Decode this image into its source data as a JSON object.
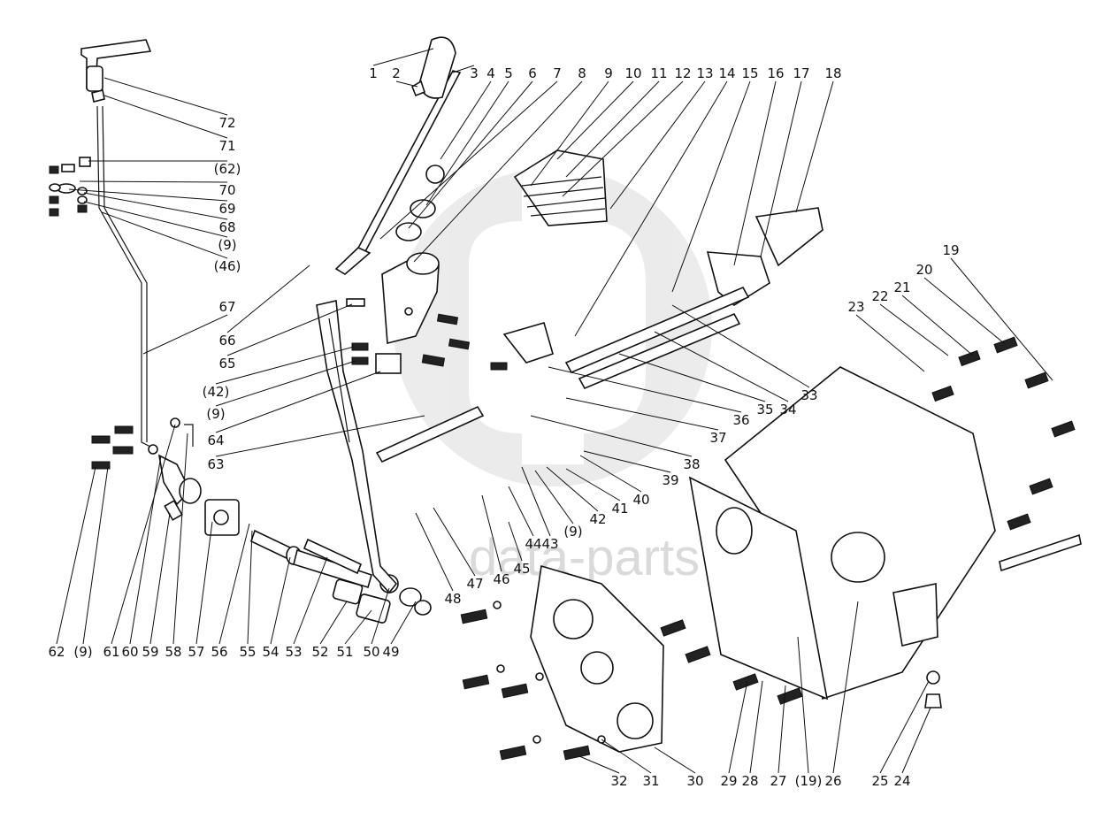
{
  "diagram": {
    "watermark": {
      "logo_letters": "dp",
      "text": "data-parts",
      "color": "#d8d8d8"
    },
    "callouts_top": [
      "1",
      "2",
      "3",
      "4",
      "5",
      "6",
      "7",
      "8",
      "9",
      "10",
      "11",
      "12",
      "13",
      "14",
      "15",
      "16",
      "17",
      "18"
    ],
    "callouts_left": [
      "72",
      "71",
      "(62)",
      "70",
      "69",
      "68",
      "(9)",
      "(46)",
      "67",
      "66",
      "65",
      "(42)",
      "(9)",
      "64",
      "63"
    ],
    "callouts_bottom": [
      "62",
      "(9)",
      "61",
      "60",
      "59",
      "58",
      "57",
      "56",
      "55",
      "54",
      "53",
      "52",
      "51",
      "50",
      "49",
      "48",
      "47",
      "46",
      "45",
      "44",
      "43",
      "(9)",
      "42",
      "41",
      "40",
      "39",
      "38",
      "37",
      "36",
      "35",
      "34",
      "33",
      "32",
      "31",
      "30",
      "29",
      "28",
      "27",
      "(19)",
      "26",
      "25",
      "24"
    ],
    "callouts_right": [
      "19",
      "20",
      "21",
      "22",
      "23"
    ]
  }
}
